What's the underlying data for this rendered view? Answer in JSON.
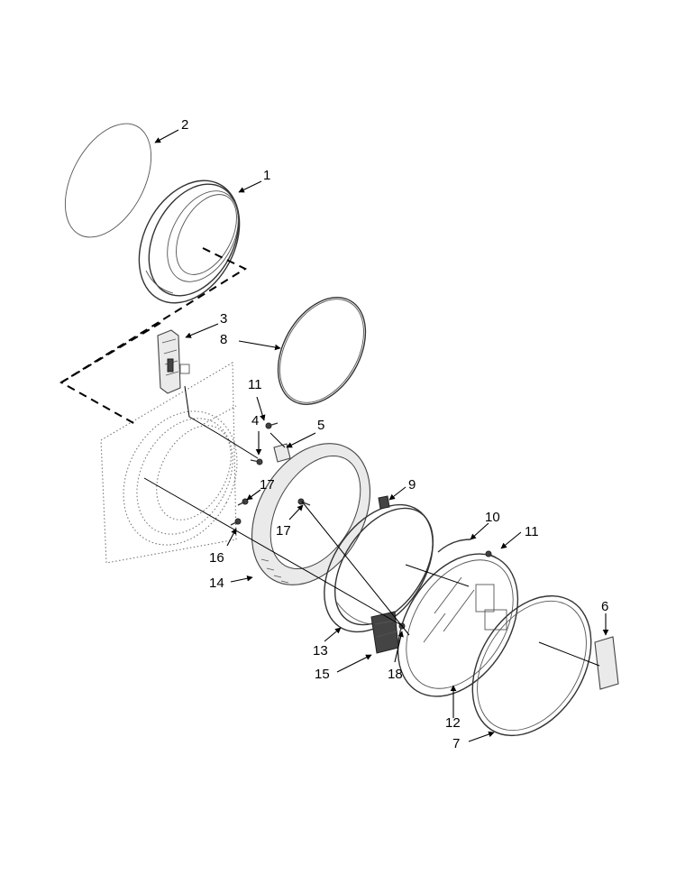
{
  "callouts": {
    "c1": "1",
    "c2": "2",
    "c3": "3",
    "c4": "4",
    "c5": "5",
    "c6": "6",
    "c7": "7",
    "c8": "8",
    "c9": "9",
    "c10": "10",
    "c11a": "11",
    "c11b": "11",
    "c12": "12",
    "c13": "13",
    "c14": "14",
    "c15": "15",
    "c16": "16",
    "c17a": "17",
    "c17b": "17",
    "c18": "18"
  },
  "colors": {
    "line": "#333333",
    "label": "#000000",
    "background": "#ffffff"
  }
}
